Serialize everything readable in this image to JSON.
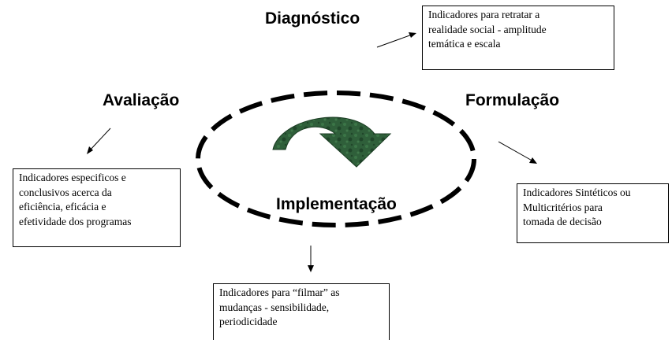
{
  "stages": {
    "diagnostico": "Diagnóstico",
    "avaliacao": "Avaliação",
    "formulacao": "Formulação",
    "implementacao": "Implementação"
  },
  "boxes": {
    "diagnostico": [
      "Indicadores para retratar a",
      "realidade social - amplitude",
      "temática e escala"
    ],
    "avaliacao": [
      "Indicadores especificos e",
      "conclusivos acerca da",
      "eficiência, eficácia e",
      "efetividade dos programas"
    ],
    "formulacao": [
      "Indicadores Sintéticos ou",
      "Multicritérios para",
      "tomada de decisão"
    ],
    "implementacao": [
      "Indicadores para “filmar” as",
      "mudanças - sensibilidade,",
      "periodicidade"
    ]
  },
  "colors": {
    "cycle_arrow": "#2f5f3a",
    "cycle_arrow_dark": "#1c3d24",
    "ellipse": "#000000"
  }
}
